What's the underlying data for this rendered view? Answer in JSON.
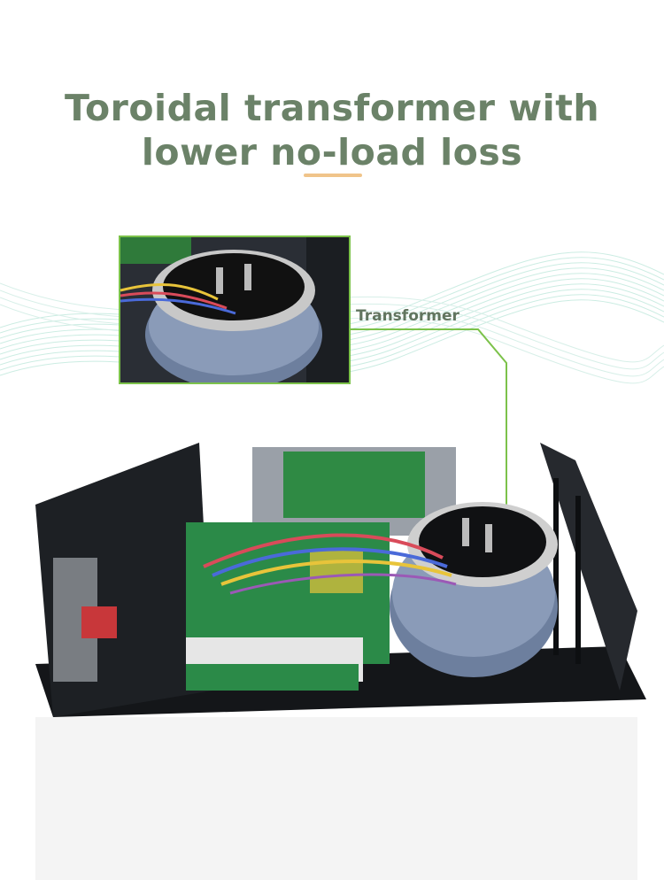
{
  "headline": {
    "line1": "Toroidal  transformer with",
    "line2": "lower no-load loss"
  },
  "callout": {
    "label": "Transformer"
  },
  "colors": {
    "headline": "#6b8268",
    "accent_bar": "#f0c48a",
    "callout_line": "#7cc24a",
    "callout_text": "#62755f"
  }
}
